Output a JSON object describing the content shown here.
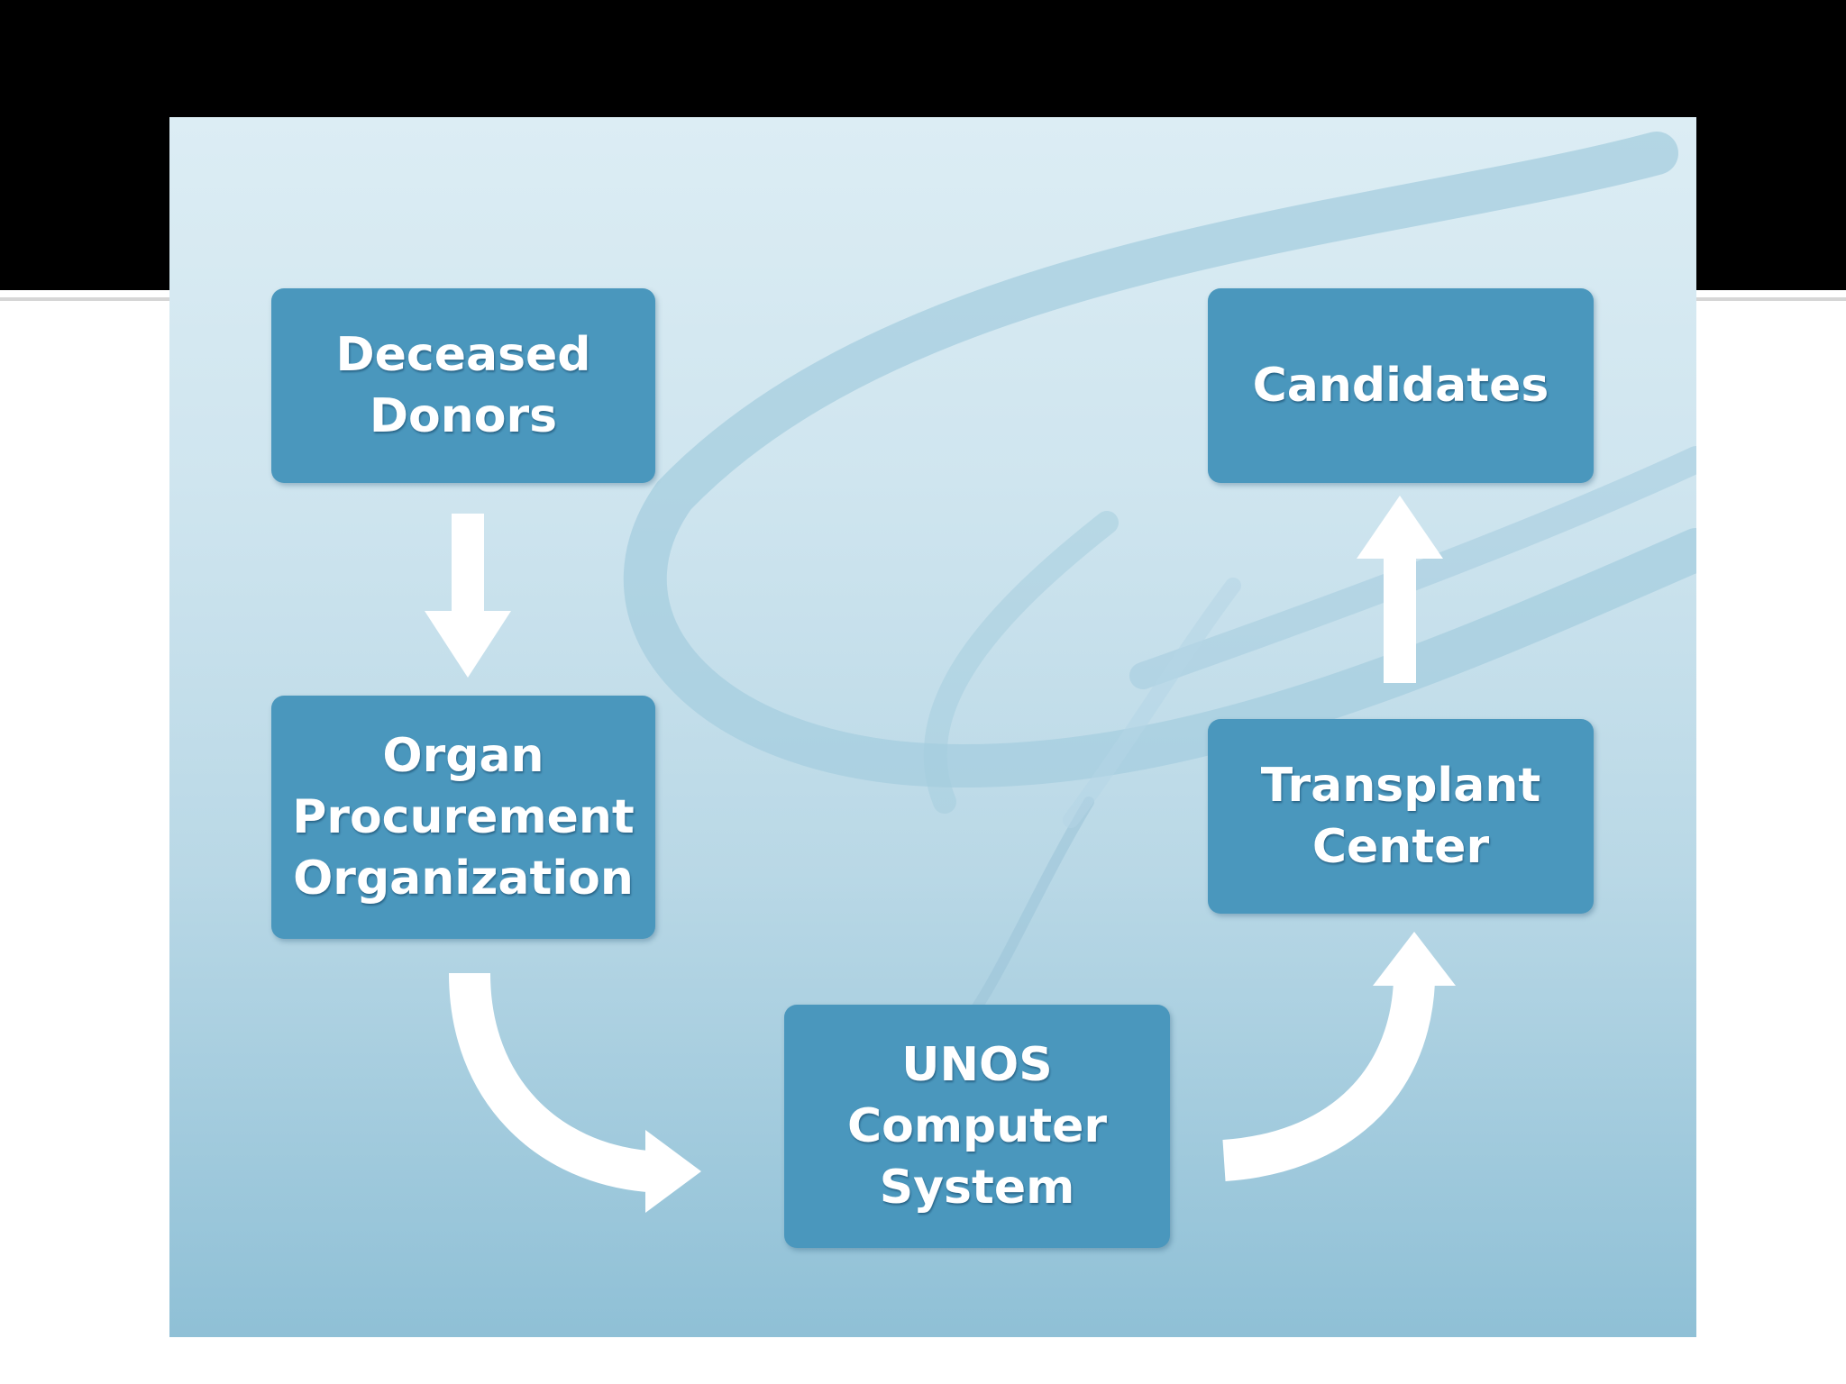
{
  "diagram": {
    "nodes": {
      "deceased_donors": {
        "label": "Deceased\nDonors"
      },
      "opo": {
        "label": "Organ\nProcurement\nOrganization"
      },
      "unos": {
        "label": "UNOS\nComputer\nSystem"
      },
      "transplant_center": {
        "label": "Transplant\nCenter"
      },
      "candidates": {
        "label": "Candidates"
      }
    },
    "edges": [
      {
        "from": "deceased_donors",
        "to": "opo"
      },
      {
        "from": "opo",
        "to": "unos"
      },
      {
        "from": "unos",
        "to": "transplant_center"
      },
      {
        "from": "transplant_center",
        "to": "candidates"
      }
    ]
  },
  "colors": {
    "node_fill": "#4a97bd",
    "node_text": "#ffffff",
    "arrow": "#ffffff",
    "background_top": "#dcedf4",
    "background_bottom": "#8fc0d6"
  }
}
